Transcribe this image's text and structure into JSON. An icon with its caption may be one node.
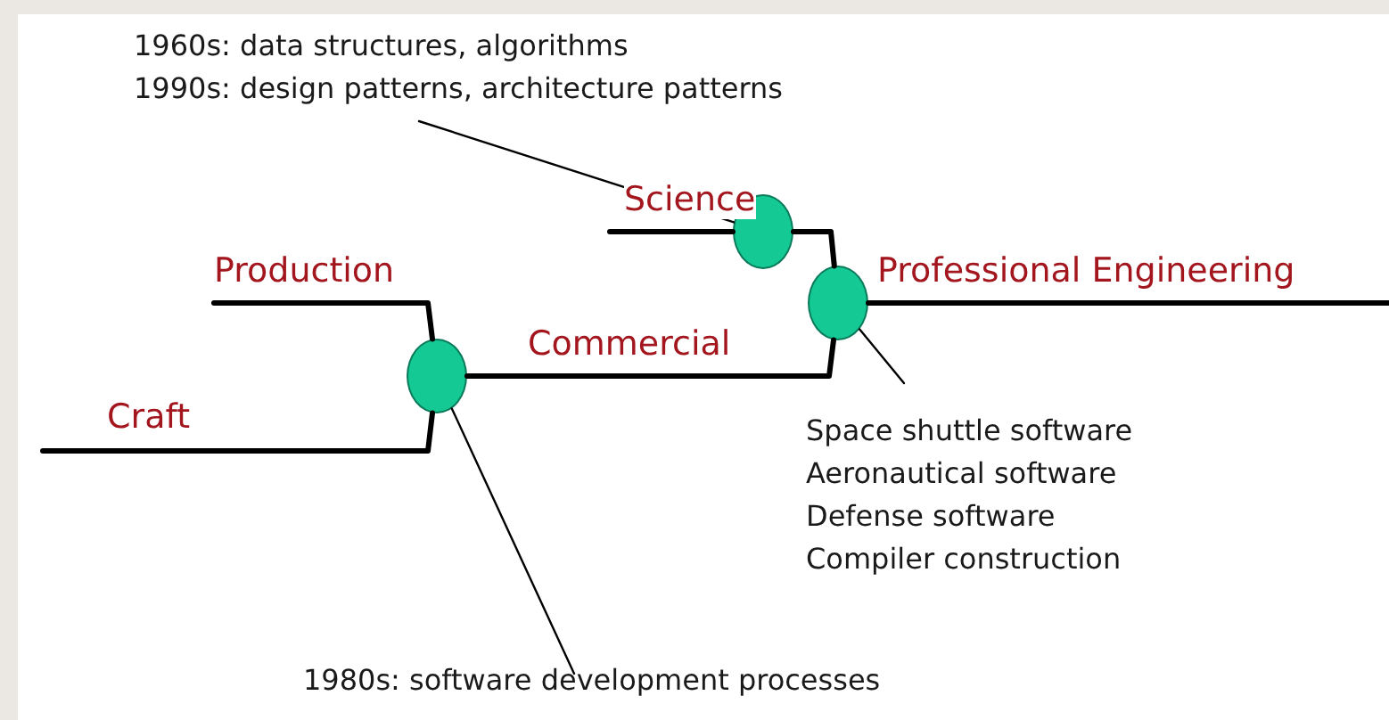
{
  "diagram": {
    "nodes": [
      {
        "text": [
          "1960s: data structures, algorithms",
          "1990s: design patterns, architecture patterns"
        ]
      },
      {
        "text": [
          "Space shuttle software",
          "Aeronautical software",
          "Defense software",
          "Compiler construction"
        ]
      },
      {
        "text": [
          "1980s: software development processes"
        ]
      },
      {
        "text": [],
        "shape": "circle"
      },
      {
        "text": [],
        "shape": "circle"
      },
      {
        "text": [],
        "shape": "circle"
      }
    ],
    "edges": [
      {
        "from": null,
        "to": 5,
        "arrow": "none",
        "label": "Craft"
      },
      {
        "from": null,
        "to": 5,
        "arrow": "none",
        "label": "Production"
      },
      {
        "from": 5,
        "to": 4,
        "arrow": "none",
        "label": "Commercial"
      },
      {
        "from": null,
        "to": 3,
        "arrow": "none",
        "label": "Science"
      },
      {
        "from": 3,
        "to": 4,
        "arrow": "none"
      },
      {
        "from": 4,
        "to": null,
        "arrow": "none",
        "label": "Professional Engineering"
      },
      {
        "from": 0,
        "to": 3,
        "arrow": "none"
      },
      {
        "from": 1,
        "to": 4,
        "arrow": "none"
      },
      {
        "from": 2,
        "to": 5,
        "arrow": "none"
      }
    ]
  }
}
